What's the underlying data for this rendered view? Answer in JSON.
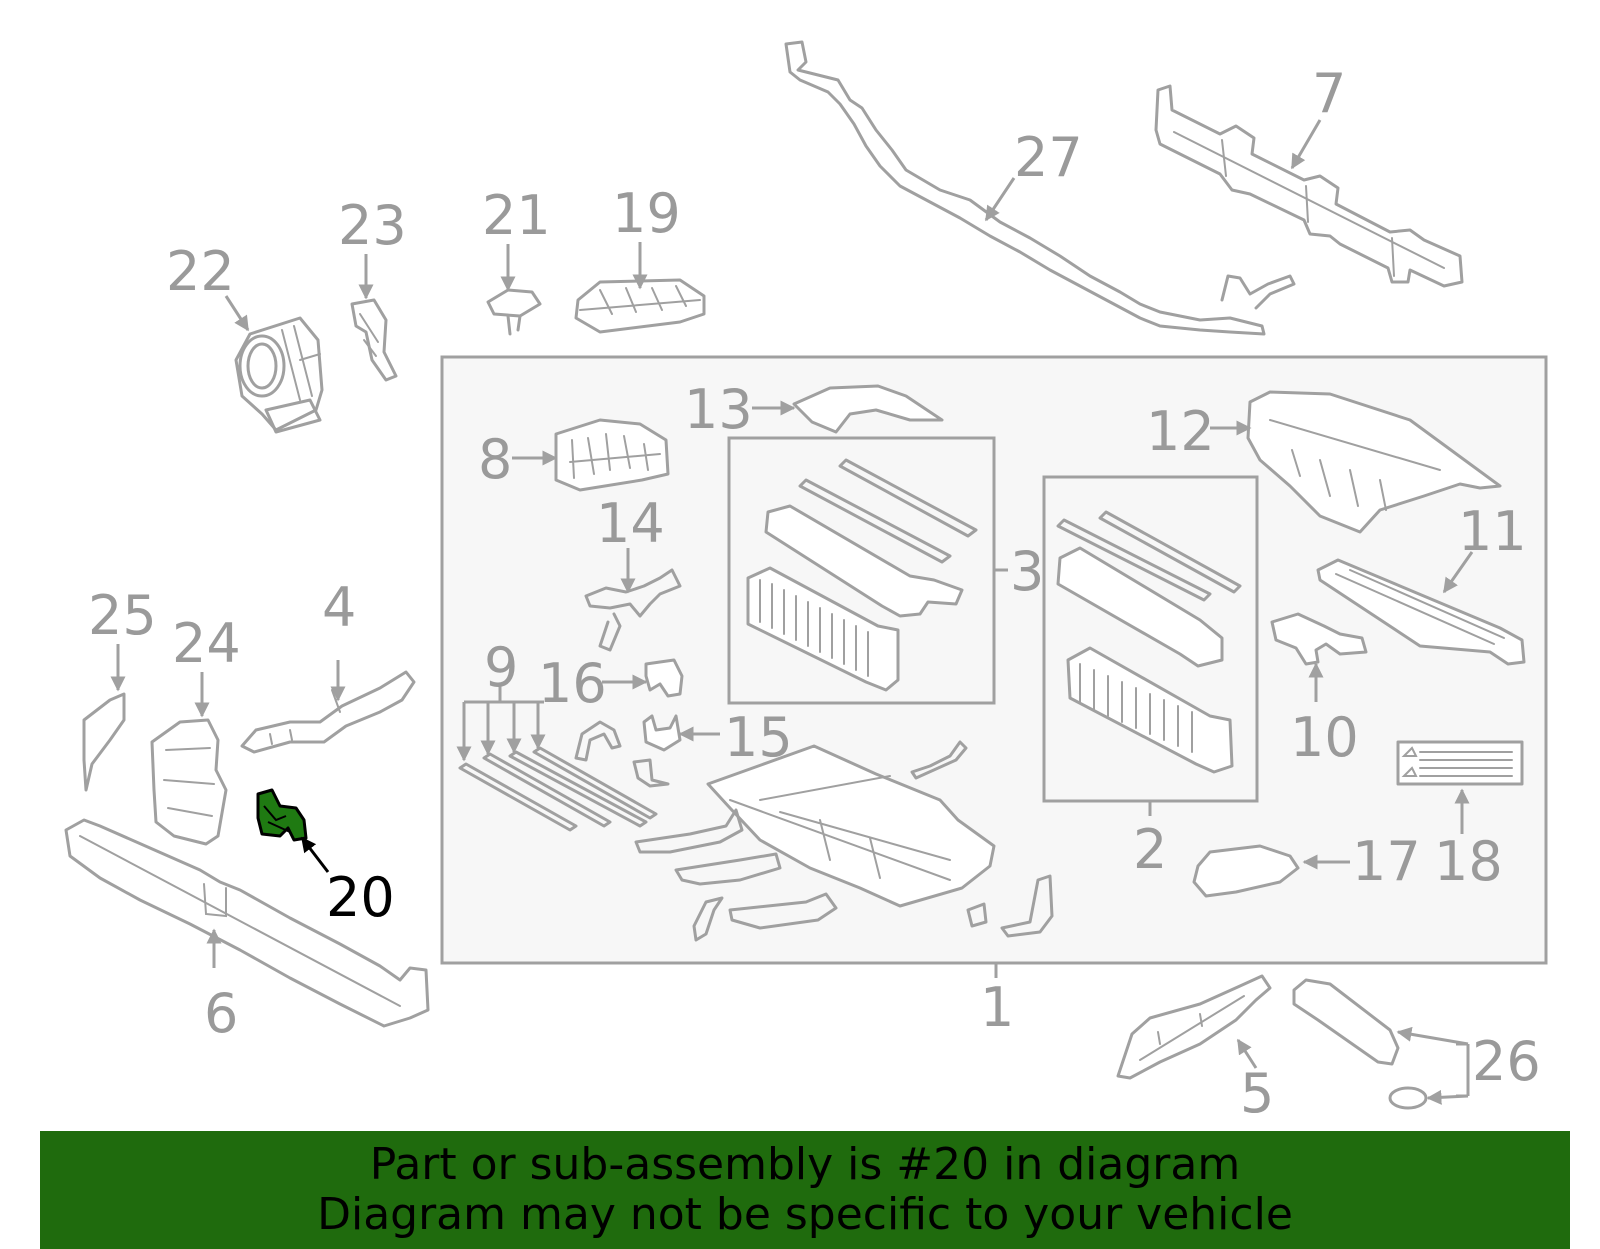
{
  "callouts": {
    "c1": "1",
    "c2": "2",
    "c3": "3",
    "c4": "4",
    "c5": "5",
    "c6": "6",
    "c7": "7",
    "c8": "8",
    "c9": "9",
    "c10": "10",
    "c11": "11",
    "c12": "12",
    "c13": "13",
    "c14": "14",
    "c15": "15",
    "c16": "16",
    "c17": "17",
    "c18": "18",
    "c19": "19",
    "c20": "20",
    "c21": "21",
    "c22": "22",
    "c23": "23",
    "c24": "24",
    "c25": "25",
    "c26": "26",
    "c27": "27"
  },
  "highlight": {
    "part_number": "20",
    "color": "#1f7a12"
  },
  "banner": {
    "line1": "Part or sub-assembly is #20 in diagram",
    "line2": "Diagram may not be specific to your vehicle",
    "background": "#1f6b0d"
  },
  "colors": {
    "line": "#a0a0a0",
    "frame_fill": "#f7f7f7"
  }
}
